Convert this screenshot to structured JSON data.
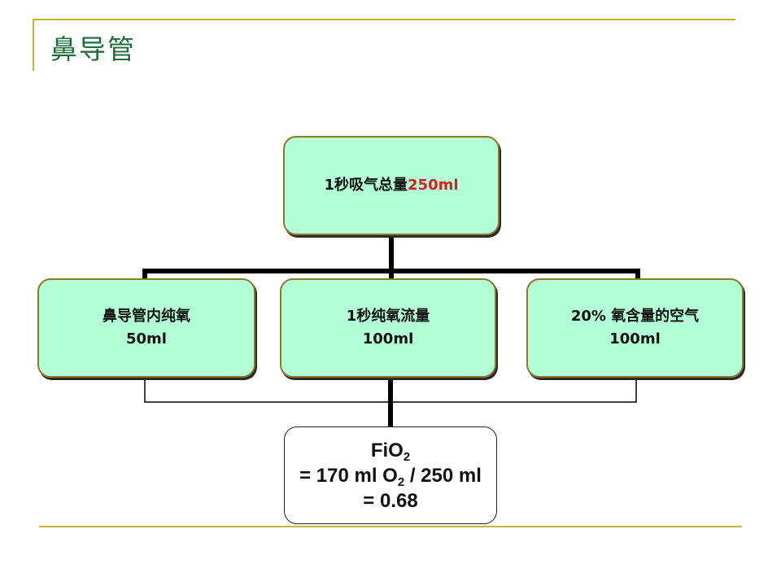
{
  "slide": {
    "title": "鼻导管"
  },
  "top_box": {
    "text_main": "1秒吸气总量",
    "text_highlight": "250ml",
    "highlight_color": "#d42222"
  },
  "boxes": [
    {
      "line1": "鼻导管内纯氧",
      "line2": "50ml"
    },
    {
      "line1": "1秒纯氧流量",
      "line2": "100ml"
    },
    {
      "line1": "20% 氧含量的空气",
      "line2": "100ml"
    }
  ],
  "result": {
    "line1_base": "FiO",
    "line1_sub": "2",
    "line2_prefix": "= 170 ml O",
    "line2_sub": "2",
    "line2_suffix": " / 250 ml",
    "line3": "= 0.68"
  },
  "colors": {
    "box_fill": "#b2ffd8",
    "box_border": "#8b7a28",
    "rule": "#c9b23b",
    "title": "#1f6b3a"
  }
}
